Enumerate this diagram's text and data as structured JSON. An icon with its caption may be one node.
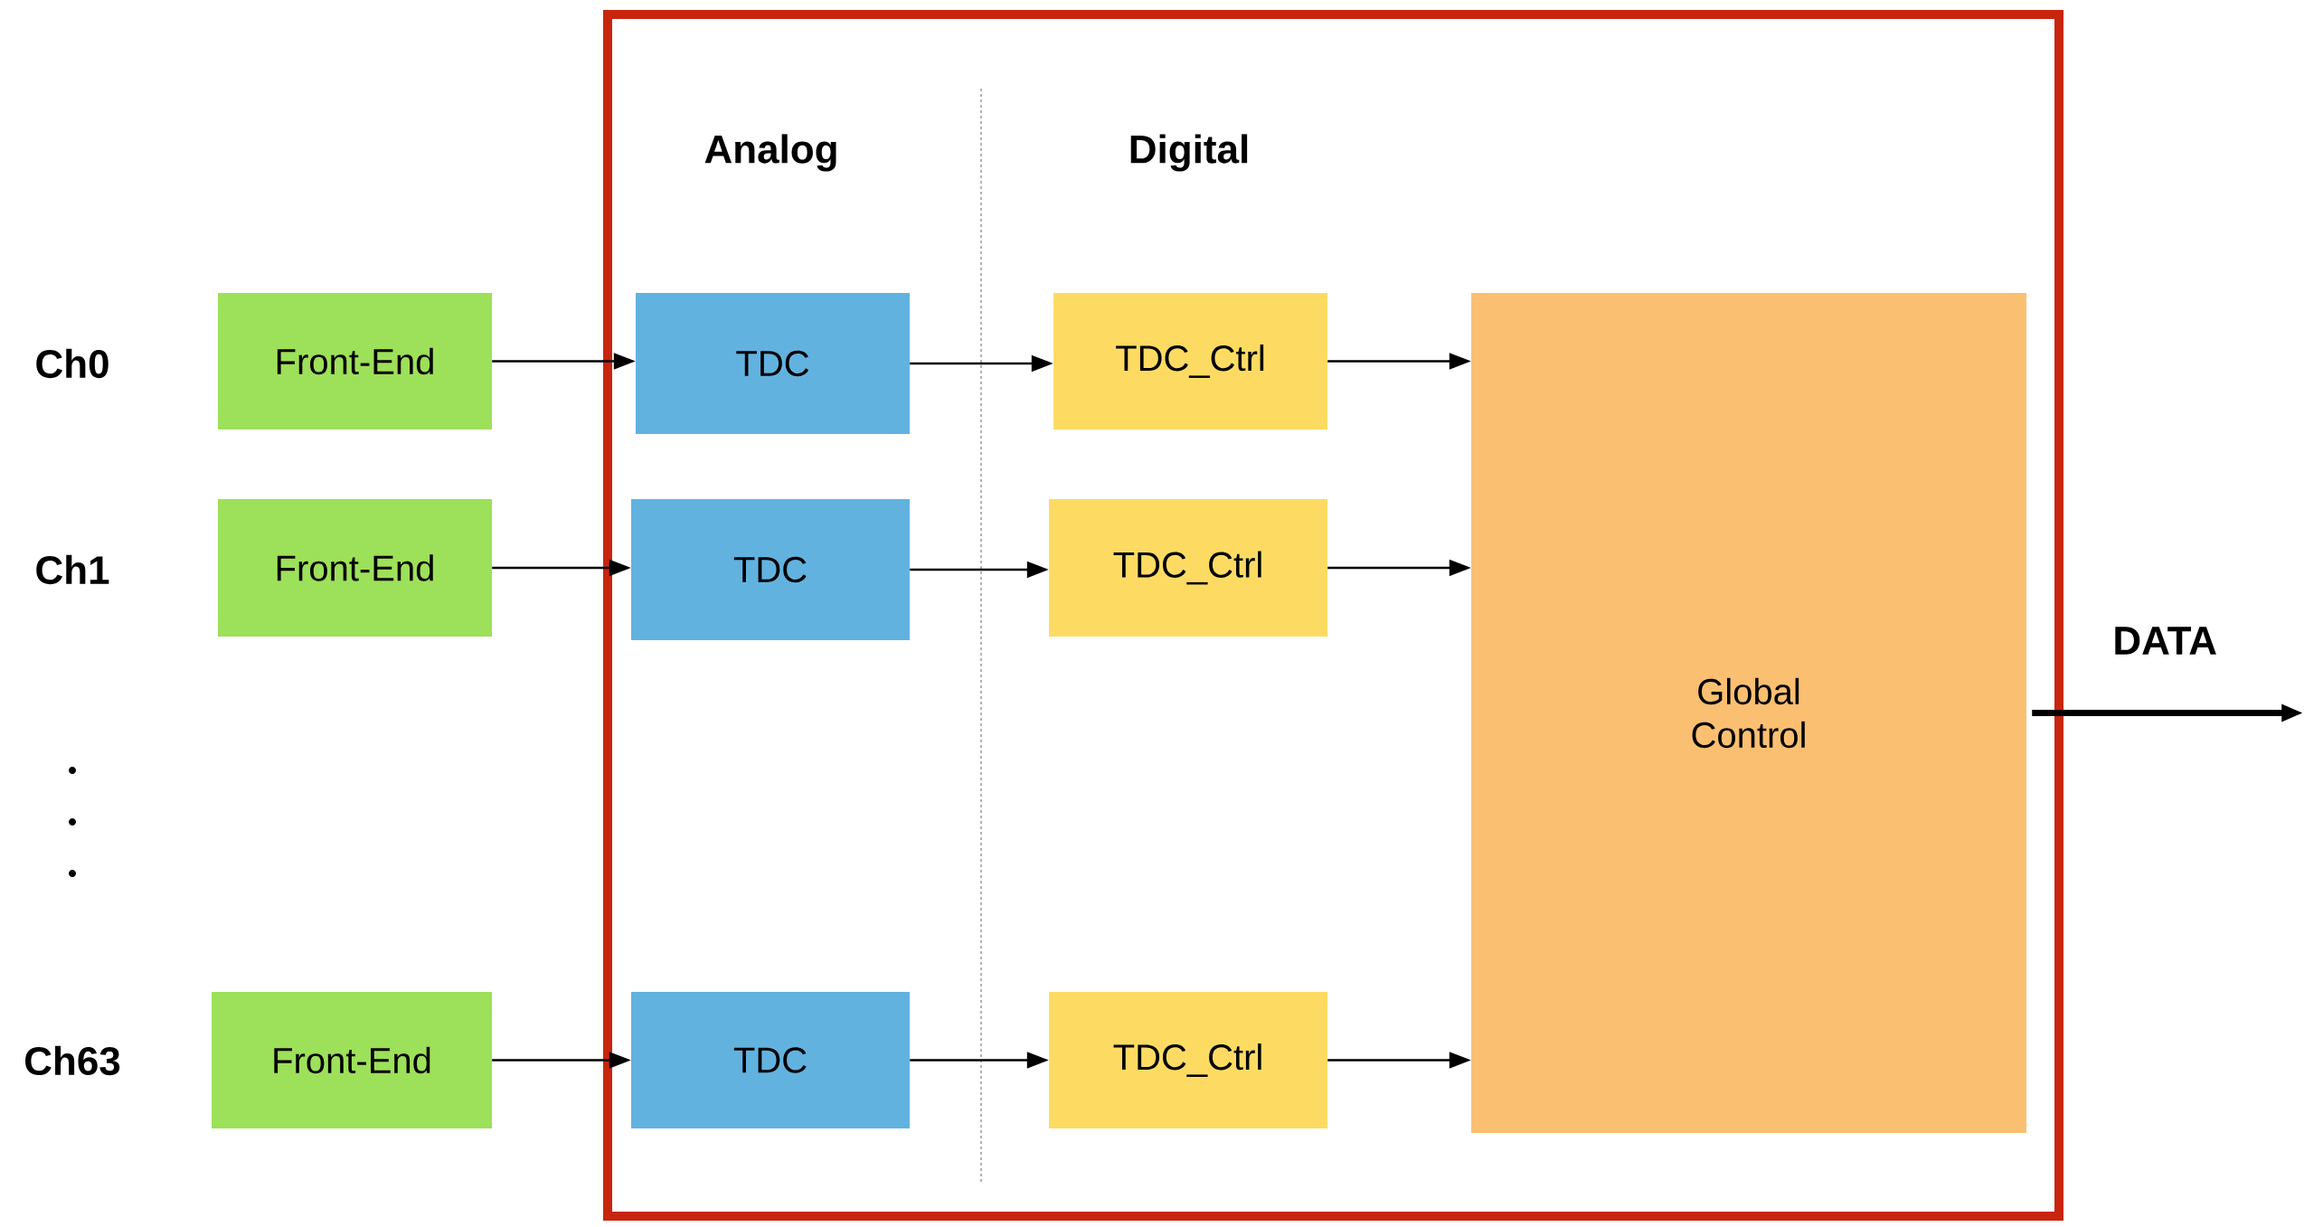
{
  "diagram": {
    "nodes": [
      {
        "text": [],
        "shape": "box"
      },
      {
        "text": [
          "Front-End"
        ]
      },
      {
        "text": [
          "TDC"
        ],
        "in": 0
      },
      {
        "text": [
          "TDC_Ctrl"
        ],
        "in": 0
      },
      {
        "text": [
          "Global Control"
        ],
        "in": 0
      },
      {
        "text": [
          "Front-End"
        ]
      },
      {
        "text": [
          "TDC"
        ],
        "in": 0
      },
      {
        "text": [
          "TDC_Ctrl"
        ],
        "in": 0
      },
      {
        "text": [
          "Front-End"
        ]
      },
      {
        "text": [
          "TDC"
        ],
        "in": 0
      },
      {
        "text": [
          "TDC_Ctrl"
        ],
        "in": 0
      }
    ],
    "edges": [
      {
        "from": 1,
        "to": 2,
        "arrow": "to"
      },
      {
        "from": 2,
        "to": 3,
        "arrow": "to"
      },
      {
        "from": 3,
        "to": 4,
        "arrow": "to"
      },
      {
        "from": 5,
        "to": 6,
        "arrow": "to"
      },
      {
        "from": 6,
        "to": 7,
        "arrow": "to"
      },
      {
        "from": 7,
        "to": 4,
        "arrow": "to"
      },
      {
        "from": 8,
        "to": 9,
        "arrow": "to"
      },
      {
        "from": 9,
        "to": 10,
        "arrow": "to"
      },
      {
        "from": 10,
        "to": 4,
        "arrow": "to"
      },
      {
        "from": 4,
        "to": null,
        "arrow": "to",
        "label": "DATA",
        "style": "thick"
      }
    ],
    "labels": [
      "Analog",
      "Digital",
      "Ch0",
      "Ch1",
      "Ch63"
    ]
  }
}
